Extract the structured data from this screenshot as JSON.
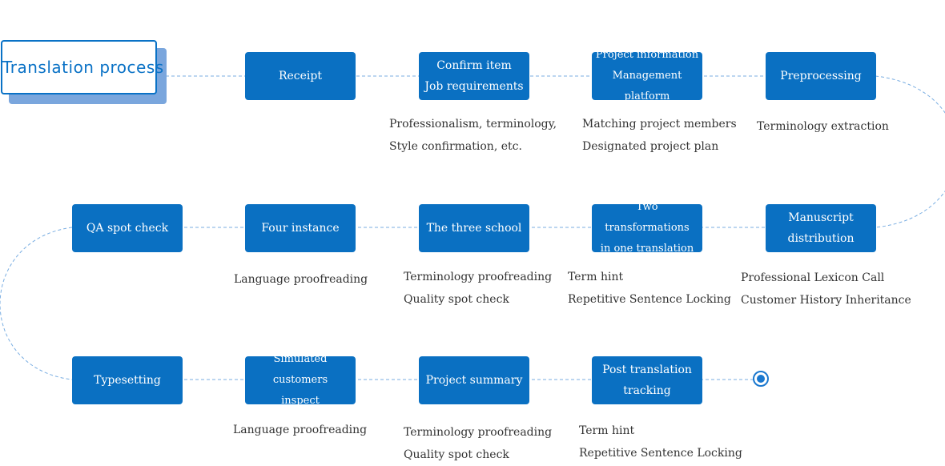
{
  "title": "Translation process",
  "colors": {
    "step_fill": "#0a70c2",
    "accent": "#0a72c6",
    "connector": "#7aaee2"
  },
  "row1": {
    "receipt": "Receipt",
    "confirm": "Confirm item\nJob requirements",
    "project_info": "Project information\nManagement platform",
    "preprocessing": "Preprocessing",
    "notes": {
      "confirm": "Professionalism, terminology,\nStyle confirmation, etc.",
      "project_info": "Matching project members\nDesignated project plan",
      "preprocessing": "Terminology extraction"
    }
  },
  "row2": {
    "qa": "QA spot check",
    "four": "Four instance",
    "three": "The three school",
    "two": "Two transformations\nin one translation",
    "manuscript": "Manuscript\ndistribution",
    "notes": {
      "four": "Language proofreading",
      "three": "Terminology proofreading\nQuality spot check",
      "two": "Term hint\nRepetitive Sentence Locking",
      "manuscript": "Professional Lexicon Call\nCustomer History Inheritance"
    }
  },
  "row3": {
    "typesetting": "Typesetting",
    "simulated": "Simulated customers\ninspect",
    "summary": "Project summary",
    "post": "Post translation\ntracking",
    "notes": {
      "simulated": "Language proofreading",
      "summary": "Terminology proofreading\nQuality spot check",
      "post": "Term hint\nRepetitive Sentence Locking"
    }
  }
}
